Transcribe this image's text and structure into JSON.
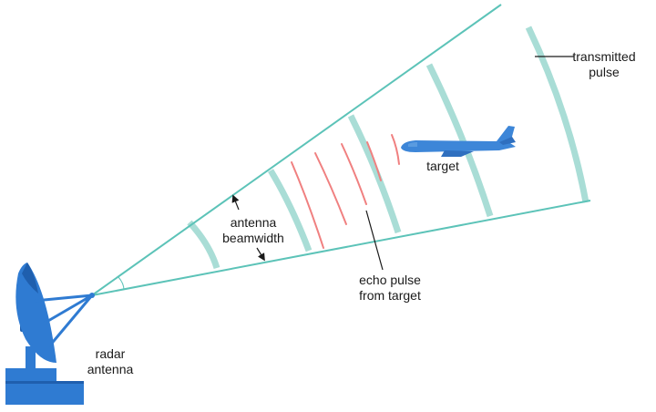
{
  "colors": {
    "beam_line": "#5cc3b8",
    "pulse_arc": "#a9ddd6",
    "echo_arc": "#f08080",
    "antenna": "#2f7bd2",
    "antenna_dark": "#1f5fae",
    "aircraft": "#3d86d8",
    "text": "#1a1a1a"
  },
  "labels": {
    "transmitted_line1": "transmitted",
    "transmitted_line2": "pulse",
    "target": "target",
    "beamwidth_line1": "antenna",
    "beamwidth_line2": "beamwidth",
    "echo_line1": "echo pulse",
    "echo_line2": "from target",
    "radar_line1": "radar",
    "radar_line2": "antenna"
  },
  "icons": {
    "antenna": "radar-dish-icon",
    "aircraft": "airplane-icon"
  }
}
